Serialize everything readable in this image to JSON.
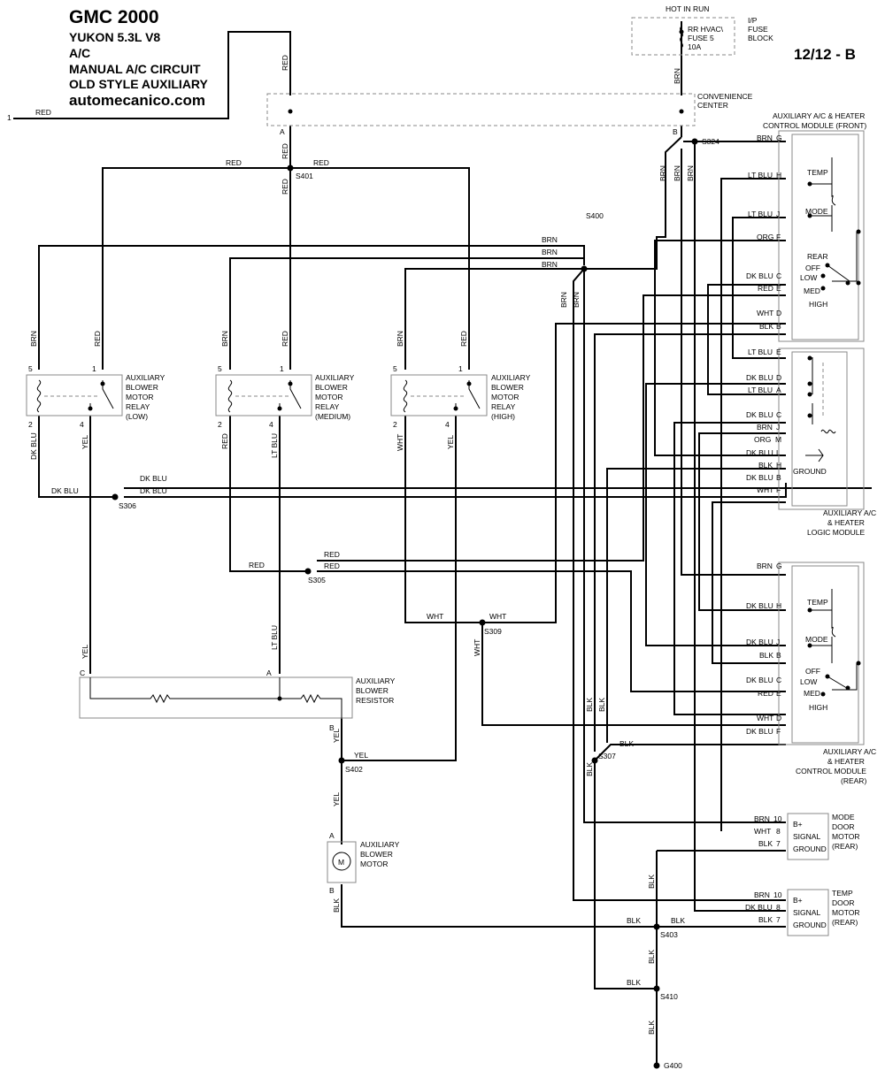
{
  "header": {
    "line1": "GMC 2000",
    "line2": "YUKON  5.3L  V8",
    "line3": "A/C",
    "line4": "MANUAL A/C CIRCUIT",
    "line5": "OLD STYLE AUXILIARY",
    "site": "automecanico.com",
    "page": "12/12 - B"
  },
  "top": {
    "hot_in_run": "HOT IN RUN",
    "fuse": [
      "RR HVAC\\",
      "FUSE 5",
      "10A"
    ],
    "fuse_block": [
      "I/P",
      "FUSE",
      "BLOCK"
    ],
    "conv_center": [
      "CONVENIENCE",
      "CENTER"
    ],
    "input_pin": "1"
  },
  "wires": {
    "red": "RED",
    "brn": "BRN",
    "blk": "BLK",
    "yel": "YEL",
    "wht": "WHT",
    "dkblu": "DK BLU",
    "ltblu": "LT BLU",
    "org": "ORG"
  },
  "splices": {
    "s401": "S401",
    "s400": "S400",
    "s324": "S324",
    "s306": "S306",
    "s305": "S305",
    "s309": "S309",
    "s402": "S402",
    "s307": "S307",
    "s403": "S403",
    "s410": "S410",
    "g400": "G400"
  },
  "relays": {
    "low": [
      "AUXILIARY",
      "BLOWER",
      "MOTOR",
      "RELAY",
      "(LOW)"
    ],
    "medium": [
      "AUXILIARY",
      "BLOWER",
      "MOTOR",
      "RELAY",
      "(MEDIUM)"
    ],
    "high": [
      "AUXILIARY",
      "BLOWER",
      "MOTOR",
      "RELAY",
      "(HIGH)"
    ]
  },
  "resistor": [
    "AUXILIARY",
    "BLOWER",
    "RESISTOR"
  ],
  "motor": [
    "AUXILIARY",
    "BLOWER",
    "MOTOR"
  ],
  "motor_symbol": "M",
  "front_module": {
    "title": [
      "AUXILIARY A/C & HEATER",
      "CONTROL MODULE (FRONT)"
    ],
    "pins": [
      {
        "wire": "BRN",
        "pin": "G"
      },
      {
        "wire": "LT BLU",
        "pin": "H"
      },
      {
        "wire": "LT BLU",
        "pin": "J"
      },
      {
        "wire": "ORG",
        "pin": "F"
      },
      {
        "wire": "DK BLU",
        "pin": "C"
      },
      {
        "wire": "RED",
        "pin": "E"
      },
      {
        "wire": "WHT",
        "pin": "D"
      },
      {
        "wire": "BLK",
        "pin": "B"
      }
    ],
    "labels": {
      "temp": "TEMP",
      "mode": "MODE",
      "rear": "REAR",
      "off": "OFF",
      "low": "LOW",
      "med": "MED",
      "high": "HIGH"
    }
  },
  "logic_module": {
    "title": [
      "AUXILIARY A/C",
      "& HEATER",
      "LOGIC MODULE"
    ],
    "pins": [
      {
        "wire": "LT BLU",
        "pin": "E"
      },
      {
        "wire": "DK BLU",
        "pin": "D"
      },
      {
        "wire": "LT BLU",
        "pin": "A"
      },
      {
        "wire": "DK BLU",
        "pin": "C"
      },
      {
        "wire": "BRN",
        "pin": "J"
      },
      {
        "wire": "ORG",
        "pin": "M"
      },
      {
        "wire": "DK BLU",
        "pin": "L"
      },
      {
        "wire": "BLK",
        "pin": "H"
      },
      {
        "wire": "DK BLU",
        "pin": "B"
      },
      {
        "wire": "WHT",
        "pin": "F"
      }
    ],
    "ground": "GROUND"
  },
  "rear_module": {
    "title": [
      "AUXILIARY A/C",
      "& HEATER",
      "CONTROL MODULE",
      "(REAR)"
    ],
    "pins": [
      {
        "wire": "BRN",
        "pin": "G"
      },
      {
        "wire": "DK BLU",
        "pin": "H"
      },
      {
        "wire": "DK BLU",
        "pin": "J"
      },
      {
        "wire": "BLK",
        "pin": "B"
      },
      {
        "wire": "DK BLU",
        "pin": "C"
      },
      {
        "wire": "RED",
        "pin": "E"
      },
      {
        "wire": "WHT",
        "pin": "D"
      },
      {
        "wire": "DK BLU",
        "pin": "F"
      }
    ],
    "labels": {
      "temp": "TEMP",
      "mode": "MODE",
      "off": "OFF",
      "low": "LOW",
      "med": "MED",
      "high": "HIGH"
    }
  },
  "mode_door": {
    "title": [
      "MODE",
      "DOOR",
      "MOTOR",
      "(REAR)"
    ],
    "pins": [
      {
        "wire": "BRN",
        "pin": "10"
      },
      {
        "wire": "WHT",
        "pin": "8"
      },
      {
        "wire": "BLK",
        "pin": "7"
      }
    ],
    "inner": [
      "B+",
      "SIGNAL",
      "GROUND"
    ]
  },
  "temp_door": {
    "title": [
      "TEMP",
      "DOOR",
      "MOTOR",
      "(REAR)"
    ],
    "pins": [
      {
        "wire": "BRN",
        "pin": "10"
      },
      {
        "wire": "DK BLU",
        "pin": "8"
      },
      {
        "wire": "BLK",
        "pin": "7"
      }
    ],
    "inner": [
      "B+",
      "SIGNAL",
      "GROUND"
    ]
  }
}
